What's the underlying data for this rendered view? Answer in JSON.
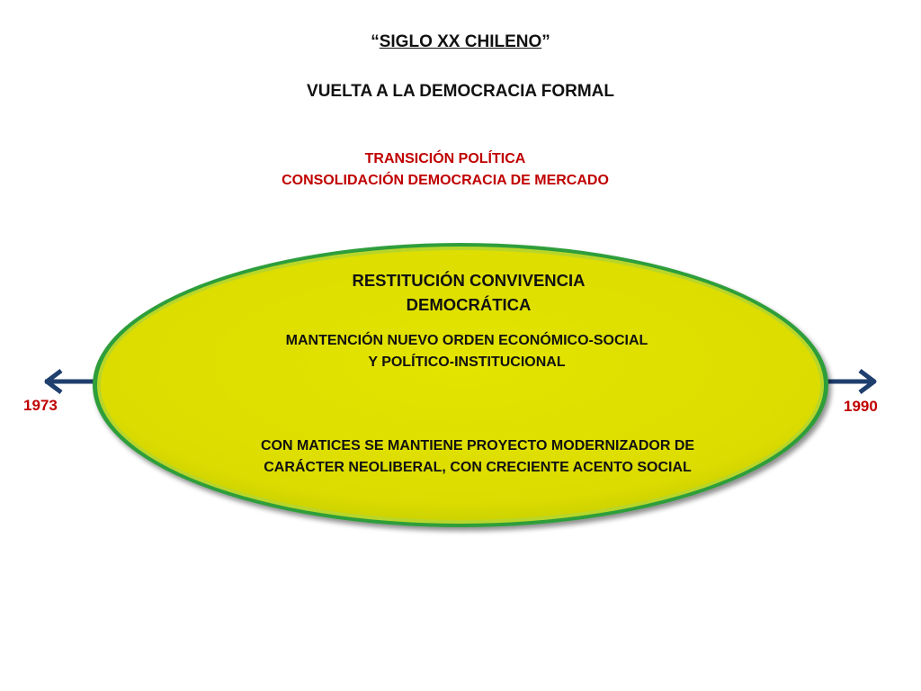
{
  "heading": {
    "open_quote": "“",
    "title": "SIGLO XX CHILENO",
    "close_quote": "”",
    "subtitle": "VUELTA A LA DEMOCRACIA FORMAL"
  },
  "process": {
    "line_1": "TRANSICIÓN POLÍTICA",
    "line_2": "CONSOLIDACIÓN DEMOCRACIA DE MERCADO"
  },
  "oval": {
    "title_line_1": "RESTITUCIÓN CONVIVENCIA",
    "title_line_2": "DEMOCRÁTICA",
    "sub_line_1": "MANTENCIÓN NUEVO ORDEN ECONÓMICO-SOCIAL",
    "sub_line_2": "Y POLÍTICO-INSTITUCIONAL",
    "bottom_line_1": "CON MATICES SE MANTIENE PROYECTO MODERNIZADOR DE",
    "bottom_line_2": "CARÁCTER NEOLIBERAL, CON CRECIENTE ACENTO SOCIAL"
  },
  "timeline": {
    "start_year": "1973",
    "end_year": "1990"
  },
  "colors": {
    "accent_red": "#c00000",
    "oval_fill": "#dfe000",
    "oval_border": "#2e9e3a",
    "arrow": "#1f3f6e"
  }
}
